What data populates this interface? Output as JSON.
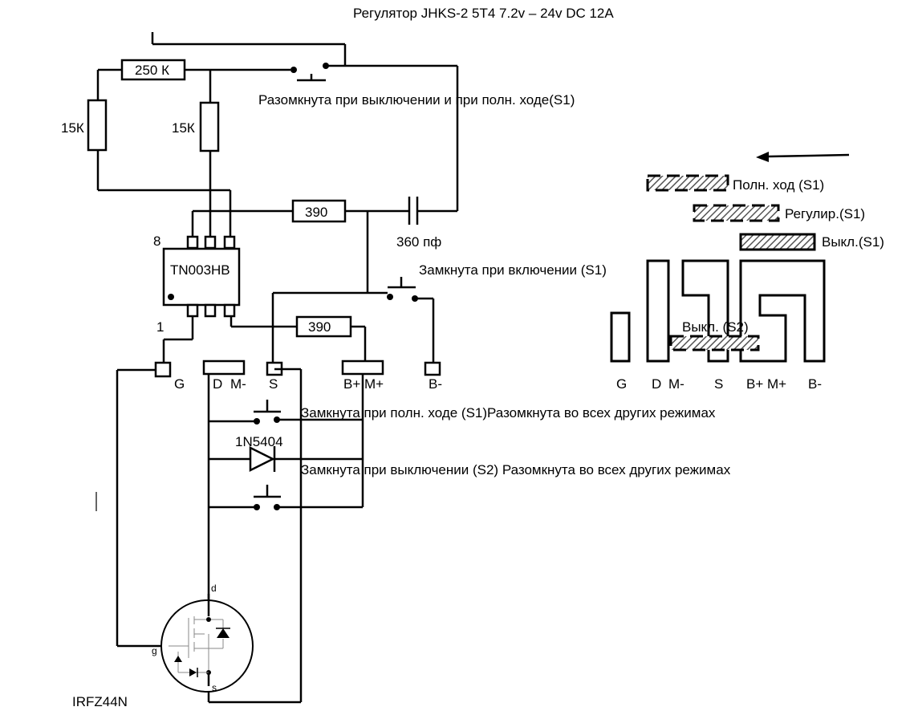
{
  "title": "Регулятор JHKS-2 5T4   7.2v – 24v DC 12A",
  "components": {
    "r_250k": "250 К",
    "r_15k_left": "15К",
    "r_15k_right": "15К",
    "r_390_top": "390",
    "r_390_bottom": "390",
    "cap": "360 пф",
    "ic": "TN003HB",
    "diode": "1N5404",
    "mosfet": "IRFZ44N",
    "pin8": "8",
    "pin1": "1"
  },
  "notes": {
    "top_switch": "Разомкнута при выключении  и при полн. ходе(S1)",
    "mid_switch": "Замкнута при включении (S1)",
    "full_switch": "Замкнута при полн. ходе (S1)Разомкнута во всех других режимах",
    "off_switch": "Замкнута при выключении (S2) Разомкнута во всех других режимах"
  },
  "terminals": [
    "G",
    "D",
    "M-",
    "S",
    "B+",
    "M+",
    "B-"
  ],
  "mosfet_pins": {
    "d": "d",
    "g": "g",
    "s": "s"
  },
  "legend": {
    "full": {
      "label": "Полн. ход (S1)",
      "color": "#e02020"
    },
    "reg": {
      "label": "Регулир.(S1)",
      "color": "#2070c0"
    },
    "off": {
      "label": "Выкл.(S1)",
      "color": "#10a050"
    },
    "off_s2": {
      "label": "Выкл. (S2)",
      "color": "#e02020"
    }
  }
}
